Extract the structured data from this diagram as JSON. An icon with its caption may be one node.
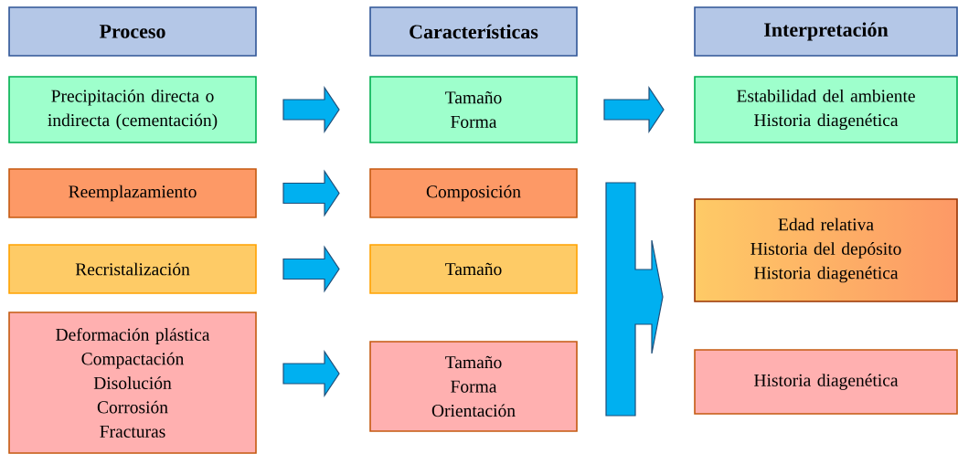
{
  "diagram": {
    "nodes": [
      {
        "text": [
          "Proceso"
        ]
      },
      {
        "text": [
          "Características"
        ]
      },
      {
        "text": [
          "Interpretación"
        ]
      },
      {
        "text": [
          "Precipitación directa o indirecta (cementación)"
        ]
      },
      {
        "text": [
          "Tamaño",
          "Forma"
        ]
      },
      {
        "text": [
          "Estabilidad del ambiente",
          "Historia diagenética"
        ]
      },
      {
        "text": [
          "Reemplazamiento"
        ]
      },
      {
        "text": [
          "Composición"
        ]
      },
      {
        "text": [
          "Recristalización"
        ]
      },
      {
        "text": [
          "Tamaño"
        ]
      },
      {
        "text": [
          "Deformación plástica",
          "Compactación",
          "Disolución",
          "Corrosión",
          "Fracturas"
        ]
      },
      {
        "text": [
          "Tamaño",
          "Forma",
          "Orientación"
        ]
      },
      {
        "text": [
          "Edad relativa",
          "Historia del depósito",
          "Historia diagenética"
        ]
      },
      {
        "text": [
          "Historia diagenética"
        ]
      }
    ],
    "edges": [
      {
        "from": 3,
        "to": 4,
        "arrow": "to"
      },
      {
        "from": 4,
        "to": 5,
        "arrow": "to"
      },
      {
        "from": 6,
        "to": 7,
        "arrow": "to"
      },
      {
        "from": 8,
        "to": 9,
        "arrow": "to"
      },
      {
        "from": 10,
        "to": 11,
        "arrow": "to"
      },
      {
        "from": 7,
        "to": 12,
        "arrow": "to"
      },
      {
        "from": 7,
        "to": 13,
        "arrow": "to"
      },
      {
        "from": 9,
        "to": 12,
        "arrow": "to"
      },
      {
        "from": 9,
        "to": 13,
        "arrow": "to"
      },
      {
        "from": 11,
        "to": 12,
        "arrow": "to"
      },
      {
        "from": 11,
        "to": 13,
        "arrow": "to"
      }
    ]
  }
}
